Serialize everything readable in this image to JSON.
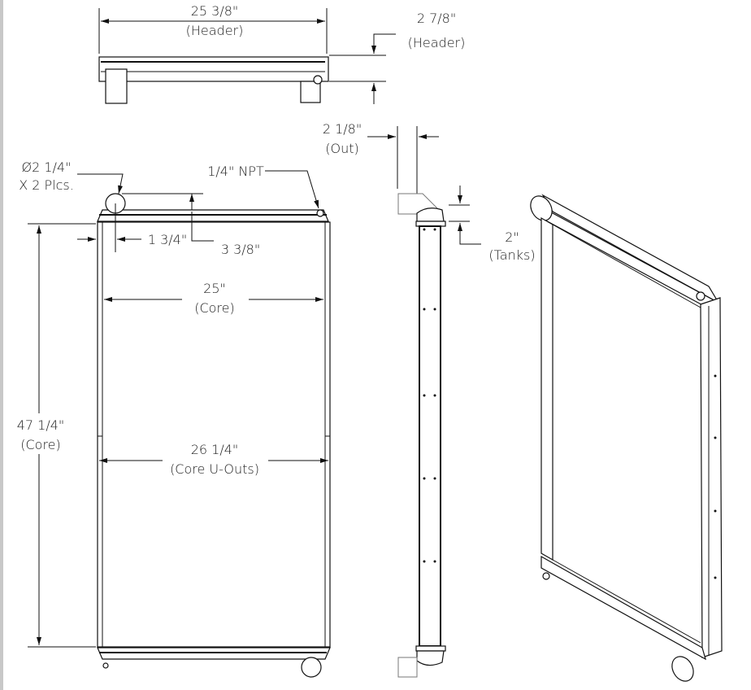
{
  "top_view": {
    "width_value": "25 3/8\"",
    "width_note": "(Header)",
    "depth_value": "2 7/8\"",
    "depth_note": "(Header)"
  },
  "front_view": {
    "inlet_value": "Ø2 1/4\"",
    "inlet_note": "X 2 Plcs.",
    "npt_label": "1/4\" NPT",
    "offset_value": "1 3/4\"",
    "header_height_value": "3 3/8\"",
    "core_width_value": "25\"",
    "core_width_note": "(Core)",
    "core_height_value": "47 1/4\"",
    "core_height_note": "(Core)",
    "uouts_value": "26 1/4\"",
    "uouts_note": "(Core U-Outs)"
  },
  "side_view": {
    "outlet_value": "2 1/8\"",
    "outlet_note": "(Out)",
    "tank_value": "2\"",
    "tank_note": "(Tanks)"
  }
}
